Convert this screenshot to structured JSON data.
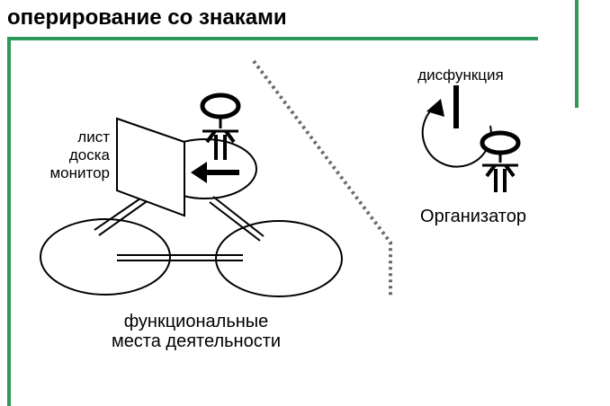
{
  "title": "оперирование со знаками",
  "labels": {
    "sign_line1": "лист",
    "sign_line2": "доска",
    "sign_line3": "монитор",
    "dysfunction": "дисфункция",
    "organizer": "Организатор",
    "places_line1": "функциональные",
    "places_line2": "места деятельности"
  },
  "colors": {
    "accent": "#2e9a5a",
    "ink": "#000000",
    "dotted": "#6a6a6a"
  }
}
